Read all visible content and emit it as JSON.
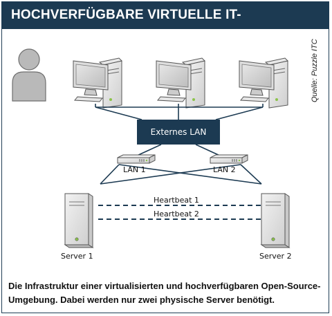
{
  "title": "HOCHVERFÜGBARE VIRTUELLE IT-ARCHITEKTUR",
  "source": "Quelle: Puzzle ITC",
  "nodes": {
    "external_lan": "Externes LAN",
    "lan1": "LAN 1",
    "lan2": "LAN 2",
    "server1": "Server 1",
    "server2": "Server 2"
  },
  "links": {
    "heartbeat1": "Heartbeat 1",
    "heartbeat2": "Heartbeat 2"
  },
  "caption": "Die Infrastruktur einer virtualisierten und hochverfügbaren Open-Source-Umgebung. Dabei werden nur zwei physische Server benötigt.",
  "colors": {
    "title_bg": "#1c3a52",
    "line": "#1c3a52"
  },
  "icons": [
    "user-icon",
    "workstation-icon",
    "switch-icon",
    "server-icon"
  ]
}
